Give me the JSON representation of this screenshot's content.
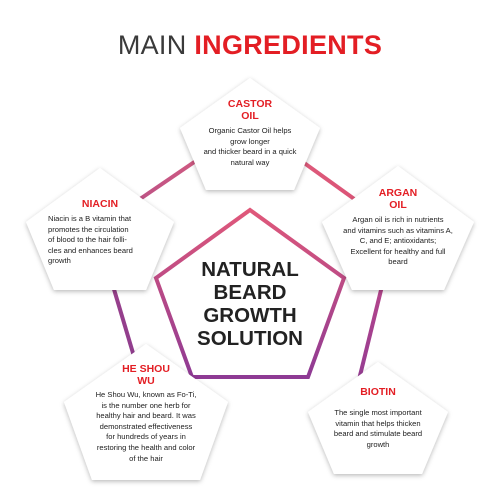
{
  "title": {
    "part1": "MAIN ",
    "part2": "INGREDIENTS"
  },
  "center": {
    "line1": "NATURAL",
    "line2": "BEARD",
    "line3": "GROWTH",
    "line4": "SOLUTION"
  },
  "ingredients": [
    {
      "name": "CASTOR\nOIL",
      "description": "Organic Castor Oil helps\ngrow longer\nand thicker beard in a quick\nnatural way"
    },
    {
      "name": "ARGAN\nOIL",
      "description": "Argan oil is rich in nutrients\nand vitamins such as vitamins A,\nC, and E; antioxidants;\nExcellent for healthy and full\nbeard"
    },
    {
      "name": "BIOTIN",
      "description": "The single most important\nvitamin that helps thicken\nbeard and stimulate beard\ngrowth"
    },
    {
      "name": "HE SHOU\nWU",
      "description": "He Shou Wu, known as Fo-Ti,\nis the number one herb for\nhealthy hair and beard. It was\ndemonstrated effectiveness\nfor hundreds of years in\nrestoring the health and color\nof the hair"
    },
    {
      "name": "NIACIN",
      "description": "Niacin is a B vitamin that\npromotes the circulation\nof blood to the hair folli-\ncles and enhances beard\ngrowth"
    }
  ],
  "colors": {
    "accent": "#e31e24",
    "pink": "#e0607e",
    "purple": "#9c3c8c"
  }
}
